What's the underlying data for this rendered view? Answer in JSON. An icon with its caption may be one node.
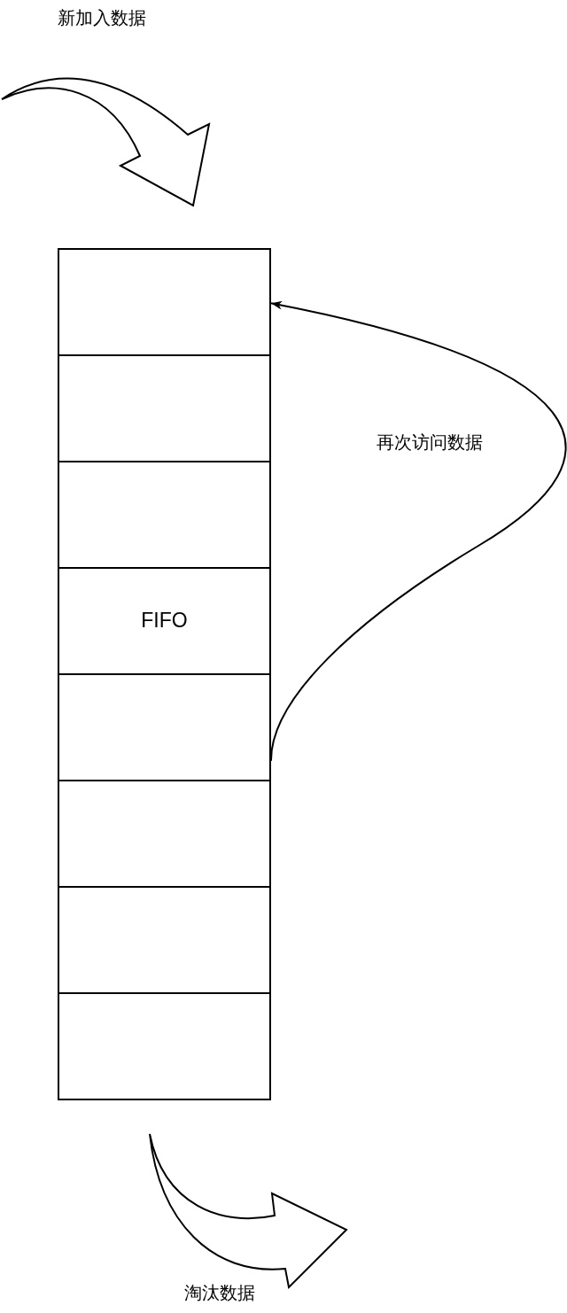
{
  "diagram": {
    "nodes": [
      {
        "text": [],
        "shape": "box"
      },
      {
        "text": [],
        "shape": "box"
      },
      {
        "text": [],
        "shape": "box"
      },
      {
        "text": [
          "FIFO"
        ]
      },
      {
        "text": [],
        "shape": "box"
      },
      {
        "text": [],
        "shape": "box"
      },
      {
        "text": [],
        "shape": "box"
      },
      {
        "text": [],
        "shape": "box"
      }
    ],
    "edges": [
      {
        "from": 4,
        "to": 0,
        "arrow": "to",
        "label": "再次访问数据"
      }
    ],
    "labels": [
      "新加入数据",
      "淘汰数据"
    ]
  }
}
